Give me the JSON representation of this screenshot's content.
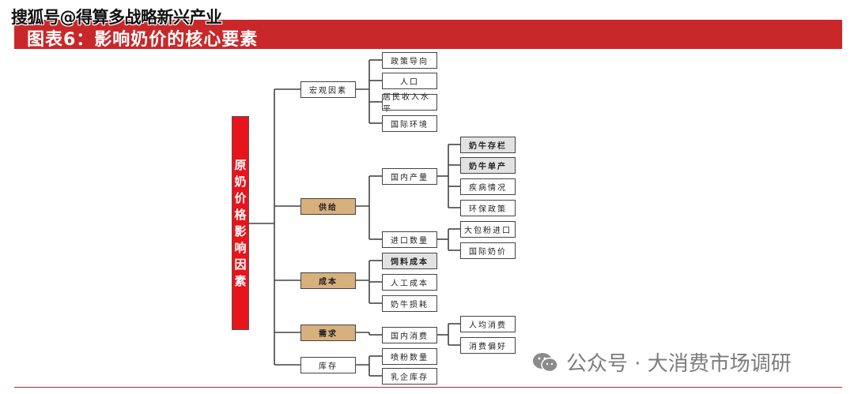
{
  "watermark_top": "搜狐号@得算多战略新兴产业",
  "title": "图表6：影响奶价的核心要素",
  "watermark_bottom": "公众号 · 大消费市场调研",
  "colors": {
    "title_bar": "#c8282a",
    "root": "#e8141c",
    "highlight_tan": "#d7b07e",
    "highlight_gray": "#e2e2e2"
  },
  "root": {
    "label_chars": [
      "原",
      "奶",
      "价",
      "格",
      "影",
      "响",
      "因",
      "素"
    ]
  },
  "tree": [
    {
      "label": "宏观因素",
      "style": "plain",
      "children": [
        {
          "label": "政策导向",
          "style": "plain"
        },
        {
          "label": "人口",
          "style": "plain"
        },
        {
          "label": "居民收入水平",
          "style": "plain"
        },
        {
          "label": "国际环境",
          "style": "plain"
        }
      ]
    },
    {
      "label": "供给",
      "style": "tan",
      "children": [
        {
          "label": "国内产量",
          "style": "plain",
          "children": [
            {
              "label": "奶牛存栏",
              "style": "gray"
            },
            {
              "label": "奶牛单产",
              "style": "gray"
            },
            {
              "label": "疾病情况",
              "style": "plain"
            },
            {
              "label": "环保政策",
              "style": "plain"
            }
          ]
        },
        {
          "label": "进口数量",
          "style": "plain",
          "children": [
            {
              "label": "大包粉进口",
              "style": "plain"
            },
            {
              "label": "国际奶价",
              "style": "plain"
            }
          ]
        }
      ]
    },
    {
      "label": "成本",
      "style": "tan",
      "children": [
        {
          "label": "饲料成本",
          "style": "gray"
        },
        {
          "label": "人工成本",
          "style": "plain"
        },
        {
          "label": "奶牛损耗",
          "style": "plain"
        }
      ]
    },
    {
      "label": "需求",
      "style": "tan",
      "children": [
        {
          "label": "国内消费",
          "style": "plain",
          "children": [
            {
              "label": "人均消费",
              "style": "plain"
            },
            {
              "label": "消费偏好",
              "style": "plain"
            }
          ]
        }
      ]
    },
    {
      "label": "库存",
      "style": "plain",
      "children": [
        {
          "label": "喷粉数量",
          "style": "plain"
        },
        {
          "label": "乳企库存",
          "style": "plain"
        }
      ]
    }
  ]
}
